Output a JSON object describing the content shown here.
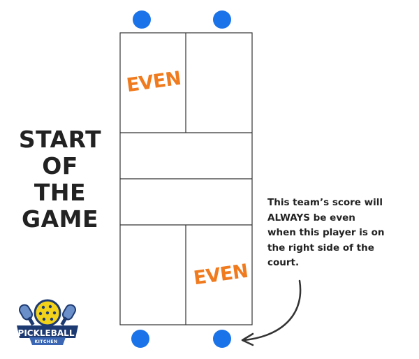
{
  "title_lines": [
    "START",
    "OF",
    "THE",
    "GAME"
  ],
  "court": {
    "even_label_top": "EVEN",
    "even_label_bottom": "EVEN"
  },
  "caption_lines": [
    "This team’s score will",
    "ALWAYS be even",
    "when this player is on",
    "the right side of the",
    "court."
  ],
  "logo": {
    "name": "PICKLEBALL",
    "sub": "KITCHEN"
  },
  "colors": {
    "player": "#1a73e8",
    "even_text": "#f07b1e",
    "text": "#222222",
    "court_line": "#333333",
    "logo_navy": "#1d3a72",
    "logo_ball": "#f2d21b"
  }
}
